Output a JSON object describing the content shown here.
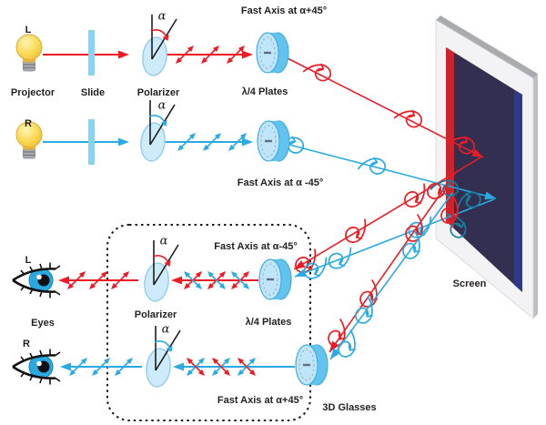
{
  "labels": {
    "projector": "Projector",
    "slide": "Slide",
    "polarizer": "Polarizer",
    "plates": "λ/4 Plates",
    "fast_axis_plus": "Fast Axis at α+45°",
    "fast_axis_minus": "Fast Axis at α -45°",
    "screen": "Screen",
    "eyes": "Eyes",
    "glasses": "3D Glasses",
    "glasses_polarizer": "Polarizer",
    "glasses_plates": "λ/4 Plates",
    "glasses_fast_axis_top": "Fast Axis at α-45°",
    "glasses_fast_axis_bottom": "Fast Axis at α+45°",
    "projector_left": "L",
    "projector_right": "R",
    "eye_left": "L",
    "eye_right": "R",
    "alpha": "α"
  },
  "colors": {
    "red": "#ED1C24",
    "blue": "#29ABE2",
    "teal": "#157F9F",
    "slide": "#7FD6F5",
    "polarizer_fill": "#CDEBFA",
    "polarizer_edge": "#8FCDEE",
    "plate_face": "#BFE5F8",
    "plate_body": "#63C3EF",
    "plate_edge": "#45AEDE",
    "bulb": "#F7CE3C",
    "bulb_base": "#A9ADB2",
    "screen_frame": "#F3F3F5",
    "screen_bevel": "#A9ABAE",
    "screen_panel": "#322F51",
    "screen_red": "#C9252C",
    "screen_blue": "#2B3A8F",
    "iris": "#2AA9E1",
    "text": "#231F20"
  }
}
